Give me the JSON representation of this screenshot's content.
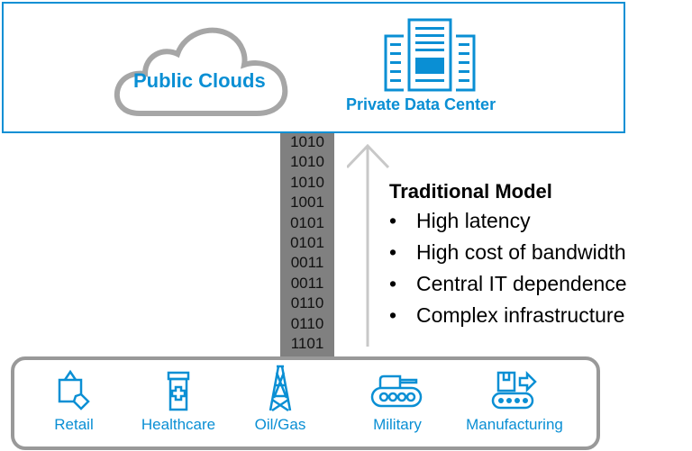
{
  "top": {
    "public_clouds": "Public Clouds",
    "private_data_center": "Private Data Center"
  },
  "binary_stream": [
    "1010",
    "1010",
    "1010",
    "1001",
    "0101",
    "0101",
    "0011",
    "0011",
    "0110",
    "0110",
    "1101"
  ],
  "model": {
    "title": "Traditional Model",
    "bullets": [
      "High latency",
      "High cost of bandwidth",
      "Central IT dependence",
      "Complex infrastructure"
    ]
  },
  "industries": [
    {
      "label": "Retail",
      "icon": "shopping-bag-icon"
    },
    {
      "label": "Healthcare",
      "icon": "medicine-bottle-icon"
    },
    {
      "label": "Oil/Gas",
      "icon": "oil-derrick-icon"
    },
    {
      "label": "Military",
      "icon": "tank-icon"
    },
    {
      "label": "Manufacturing",
      "icon": "conveyor-icon"
    }
  ],
  "colors": {
    "accent": "#0a8fd4",
    "cloud": "#a6a6a6",
    "stream": "#808080",
    "arrow": "#c8c8c8",
    "frame": "#999999"
  }
}
